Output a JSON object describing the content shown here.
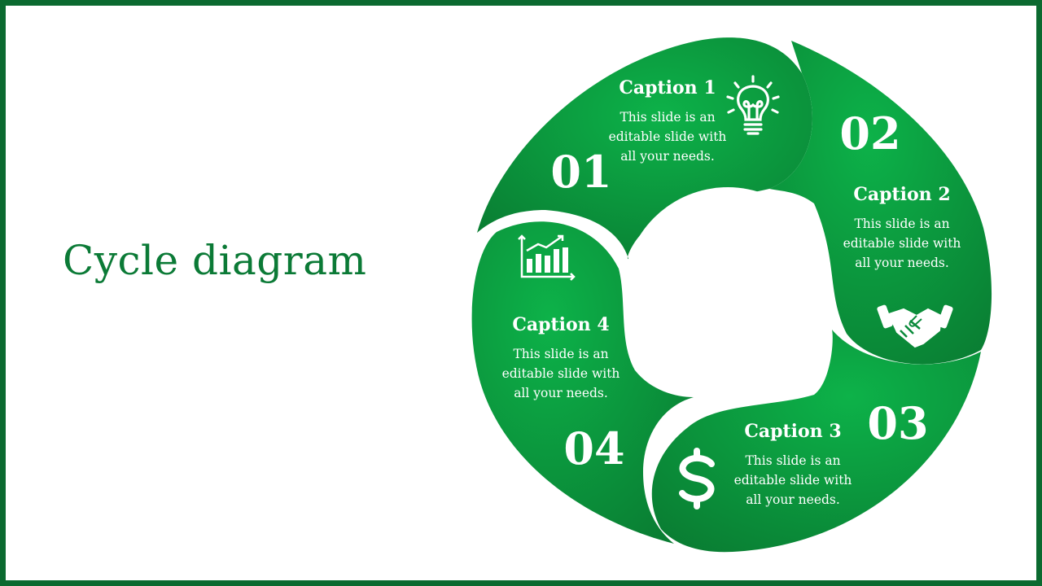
{
  "slide": {
    "title": "Cycle diagram",
    "colors": {
      "frame": "#0b6a30",
      "title": "#0b7a36",
      "segment_dark": "#0a7a33",
      "segment_light": "#0caa45",
      "text": "#ffffff"
    }
  },
  "steps": [
    {
      "number": "01",
      "caption": "Caption 1",
      "lines": [
        "This slide is an",
        "editable slide with",
        "all your needs."
      ],
      "icon": "lightbulb-icon"
    },
    {
      "number": "02",
      "caption": "Caption 2",
      "lines": [
        "This slide is an",
        "editable slide with",
        "all your needs."
      ],
      "icon": "handshake-icon"
    },
    {
      "number": "03",
      "caption": "Caption 3",
      "lines": [
        "This slide is an",
        "editable slide with",
        "all your needs."
      ],
      "icon": "dollar-icon"
    },
    {
      "number": "04",
      "caption": "Caption 4",
      "lines": [
        "This slide is an",
        "editable slide with",
        "all your needs."
      ],
      "icon": "bar-chart-icon"
    }
  ]
}
